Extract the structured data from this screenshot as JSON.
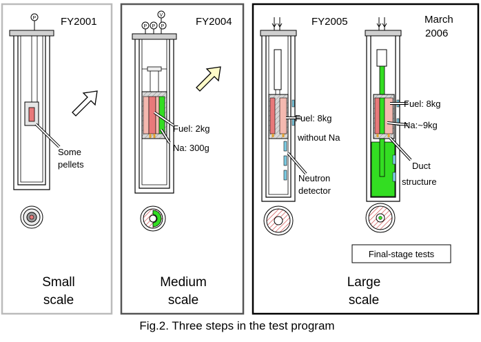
{
  "caption": "Fig.2. Three steps in the test program",
  "colors": {
    "fuel": "#f4b9b0",
    "fuel_band": "#e8797a",
    "sodium": "#33dd22",
    "detector": "#7fd0e8",
    "hatch": "#d46060",
    "arrow_small": "#ffffff",
    "arrow_big": "#fffbc8",
    "panel_small": "#bbbbbb",
    "panel_medium": "#555555",
    "panel_large": "#000000"
  },
  "panels": {
    "small": {
      "year": "FY2001",
      "label_line1": "Small",
      "label_line2": "scale",
      "gauge": "P",
      "annotation_line1": "Some",
      "annotation_line2": "pellets"
    },
    "medium": {
      "year": "FY2004",
      "label_line1": "Medium",
      "label_line2": "scale",
      "gauges": [
        "P",
        "P",
        "P",
        "V"
      ],
      "fuel_label": "Fuel: 2kg",
      "na_label": "Na: 300g"
    },
    "large": {
      "label_line1": "Large",
      "label_line2": "scale",
      "left": {
        "year": "FY2005",
        "fuel_label": "Fuel: 8kg",
        "na_label": "without Na",
        "detector_line1": "Neutron",
        "detector_line2": "detector"
      },
      "right": {
        "year_line1": "March",
        "year_line2": "2006",
        "fuel_label": "Fuel: 8kg",
        "na_label": "Na:~9kg",
        "duct_line1": "Duct",
        "duct_line2": "structure"
      },
      "final_box": "Final-stage tests"
    }
  }
}
